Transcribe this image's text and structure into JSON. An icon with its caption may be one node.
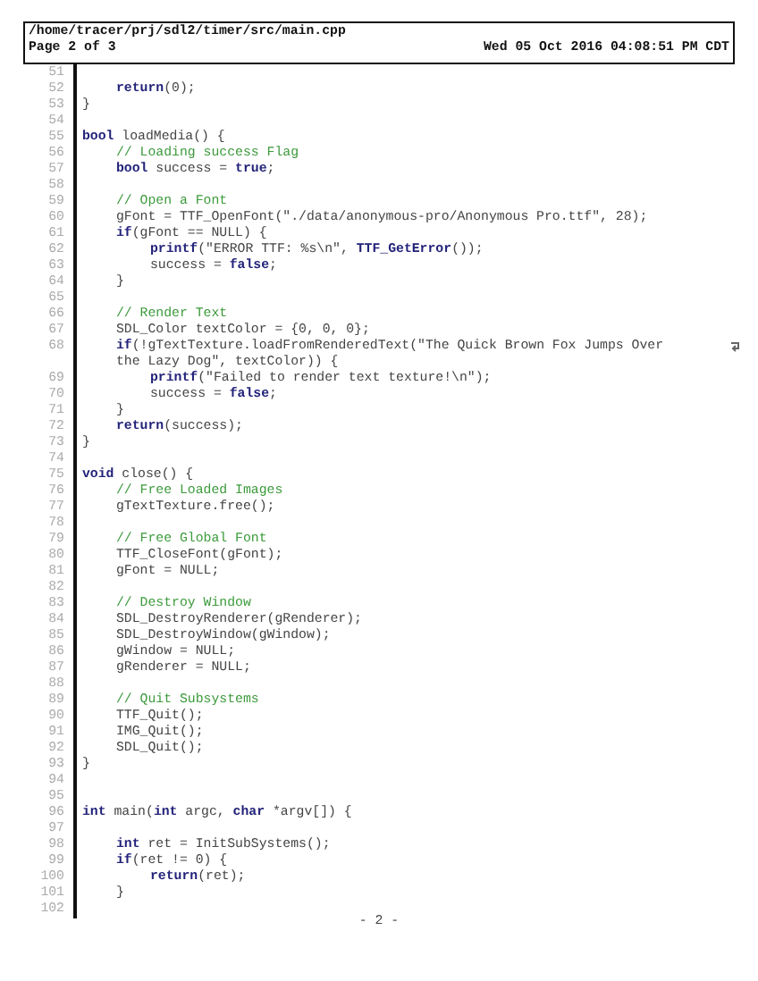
{
  "diagram": {
    "nodes": [
      {
        "text": [
          "/home/tracer/prj/sdl2/timer/src/main.cpp",
          "Page 2 of 3",
          "Wed 05 Oct 2016 04:08:51 PM CDT"
        ]
      }
    ],
    "labels": [
      "51",
      "52",
      "**return**(0);",
      "53",
      "}",
      "54",
      "55",
      "**bool** loadMedia() {",
      "56",
      "// Loading success Flag",
      "57",
      "**bool** success = **true**;",
      "58",
      "59",
      "// Open a Font",
      "60",
      "gFont = TTF_OpenFont(\"./data/anonymous-pro/Anonymous Pro.ttf\", 28);",
      "61",
      "**if**(gFont == NULL) {",
      "62",
      "**printf**(\"ERROR TTF: %s\\n\", **TTF_GetError**());",
      "63",
      "success = **false**;",
      "64",
      "}",
      "65",
      "66",
      "// Render Text",
      "67",
      "SDL_Color textColor = {0, 0, 0};",
      "68",
      "**if**(!gTextTexture.loadFromRenderedText(\"The Quick Brown Fox Jumps Over the Lazy Dog\", textColor)) {",
      "69",
      "**printf**(\"Failed to render text texture!\\n\");",
      "70",
      "success = **false**;",
      "71",
      "}",
      "72",
      "**return**(success);",
      "73",
      "}",
      "74",
      "75",
      "**void** close() {",
      "76",
      "// Free Loaded Images",
      "77",
      "gTextTexture.free();",
      "78",
      "79",
      "// Free Global Font",
      "80",
      "TTF_CloseFont(gFont);",
      "81",
      "gFont = NULL;",
      "82",
      "83",
      "// Destroy Window",
      "84",
      "SDL_DestroyRenderer(gRenderer);",
      "85",
      "SDL_DestroyWindow(gWindow);",
      "86",
      "gWindow = NULL;",
      "87",
      "gRenderer = NULL;",
      "88",
      "89",
      "// Quit Subsystems",
      "90",
      "TTF_Quit();",
      "91",
      "IMG_Quit();",
      "92",
      "SDL_Quit();",
      "93",
      "}",
      "94",
      "95",
      "96",
      "**int** main(**int** argc, **char** *argv[]) {",
      "97",
      "98",
      "**int** ret = InitSubSystems();",
      "99",
      "**if**(ret != 0) {",
      "100",
      "**return**(ret);",
      "101",
      "}",
      "102",
      "- 2 -"
    ]
  }
}
